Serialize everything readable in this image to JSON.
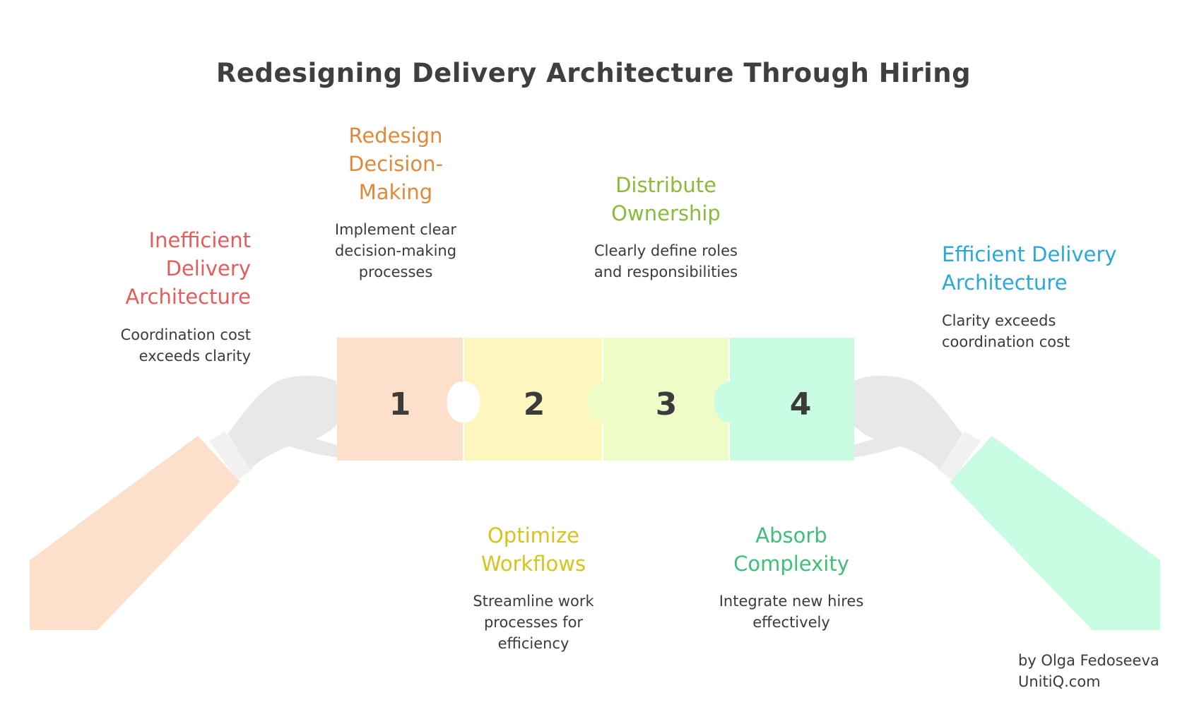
{
  "title": "Redesigning Delivery Architecture Through Hiring",
  "colors": {
    "start": "#e35d5d",
    "step1": "#df8a3a",
    "step2": "#d6c41e",
    "step3": "#8cba3a",
    "step4": "#3fbf79",
    "end": "#2aa8d8",
    "piece1": "#fde0cb",
    "piece2": "#fdf7bf",
    "piece3": "#eefcc8",
    "piece4": "#c9fde3",
    "glove": "#e8e8e8",
    "cuff": "#f1f1f1"
  },
  "start": {
    "heading_lines": [
      "Inefficient",
      "Delivery",
      "Architecture"
    ],
    "desc_lines": [
      "Coordination cost",
      "exceeds clarity"
    ]
  },
  "end": {
    "heading_lines": [
      "Efficient Delivery",
      "Architecture"
    ],
    "desc_lines": [
      "Clarity exceeds",
      "coordination cost"
    ]
  },
  "steps": [
    {
      "number": "1",
      "heading_lines": [
        "Redesign",
        "Decision-",
        "Making"
      ],
      "desc_lines": [
        "Implement clear",
        "decision-making",
        "processes"
      ]
    },
    {
      "number": "2",
      "heading_lines": [
        "Optimize",
        "Workflows"
      ],
      "desc_lines": [
        "Streamline work",
        "processes for",
        "efficiency"
      ]
    },
    {
      "number": "3",
      "heading_lines": [
        "Distribute",
        "Ownership"
      ],
      "desc_lines": [
        "Clearly define roles",
        "and responsibilities"
      ]
    },
    {
      "number": "4",
      "heading_lines": [
        "Absorb",
        "Complexity"
      ],
      "desc_lines": [
        "Integrate new hires",
        "effectively"
      ]
    }
  ],
  "credit": {
    "line1": "by Olga Fedoseeva",
    "line2": "UnitiQ.com"
  }
}
